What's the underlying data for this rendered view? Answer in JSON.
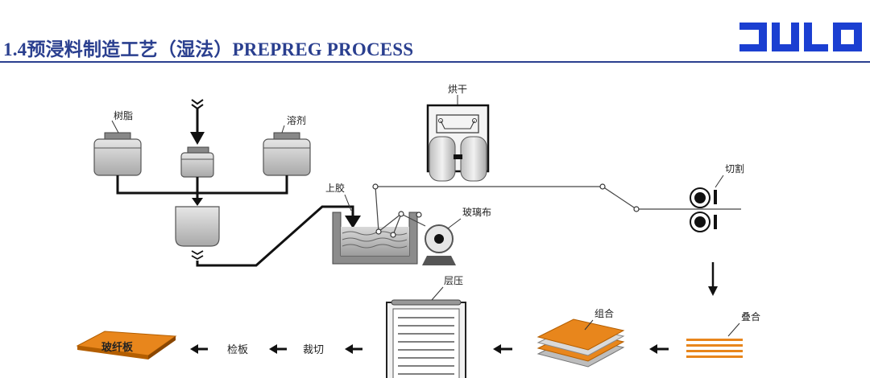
{
  "header": {
    "title": "1.4预浸料制造工艺（湿法）PREPREG PROCESS",
    "logo_text": "JULO",
    "logo_color": "#1b3fd1",
    "title_color": "#2a3f8f"
  },
  "diagram": {
    "labels": {
      "resin": "树脂",
      "solvent": "溶剂",
      "drying": "烘干",
      "cutting": "切割",
      "coating": "上胶",
      "glass_cloth": "玻璃布",
      "lamination": "层压",
      "combine": "组合",
      "stacking": "叠合",
      "inspect": "检板",
      "trim": "裁切",
      "product": "玻纤板"
    },
    "colors": {
      "orange": "#e8861c",
      "tank": "#c8c8c8",
      "dark": "#111111"
    },
    "icons": [
      "arrow-down-icon",
      "arrow-left-icon",
      "roller-icon",
      "oven-icon",
      "press-icon"
    ]
  }
}
